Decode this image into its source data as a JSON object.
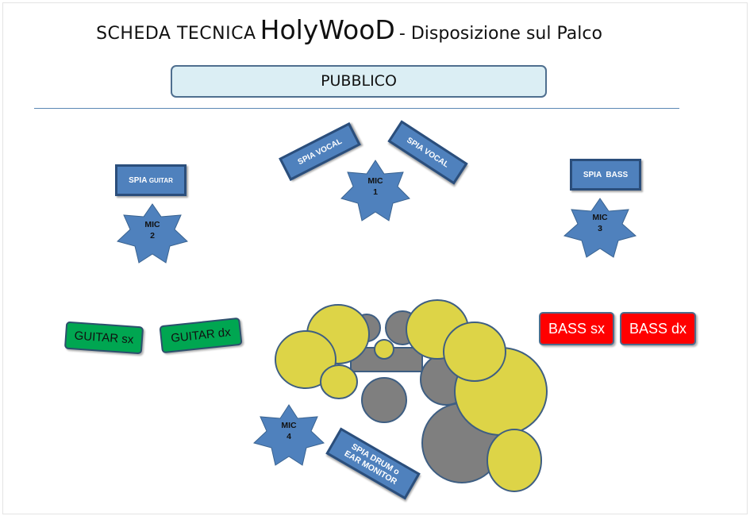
{
  "title": {
    "prefix": "SCHEDA TECNICA",
    "band": "HolyWooD",
    "suffix": "- Disposizione sul Palco"
  },
  "audience": {
    "label": "PUBBLICO"
  },
  "monitors": {
    "vocal_left": "SPIA VOCAL",
    "vocal_right": "SPIA VOCAL",
    "guitar_prefix": "SPIA",
    "guitar_suffix": "GUITAR",
    "bass": "SPIA  BASS",
    "drum_line1": "SPIA DRUM o",
    "drum_line2": "EAR MONITOR"
  },
  "mics": [
    {
      "label": "MIC",
      "number": "1"
    },
    {
      "label": "MIC",
      "number": "2"
    },
    {
      "label": "MIC",
      "number": "3"
    },
    {
      "label": "MIC",
      "number": "4"
    }
  ],
  "amps": {
    "guitar_sx": "GUITAR sx",
    "guitar_dx": "GUITAR dx",
    "bass_sx": "BASS sx",
    "bass_dx": "BASS dx"
  },
  "colors": {
    "monitor_fill": "#4f81bd",
    "mic_fill": "#4f81bd",
    "guitar_amp": "#00a651",
    "bass_amp": "#ff0000",
    "cymbal": "#ddd447",
    "drum": "#7f7f7f",
    "audience_box": "#dbeef4"
  }
}
